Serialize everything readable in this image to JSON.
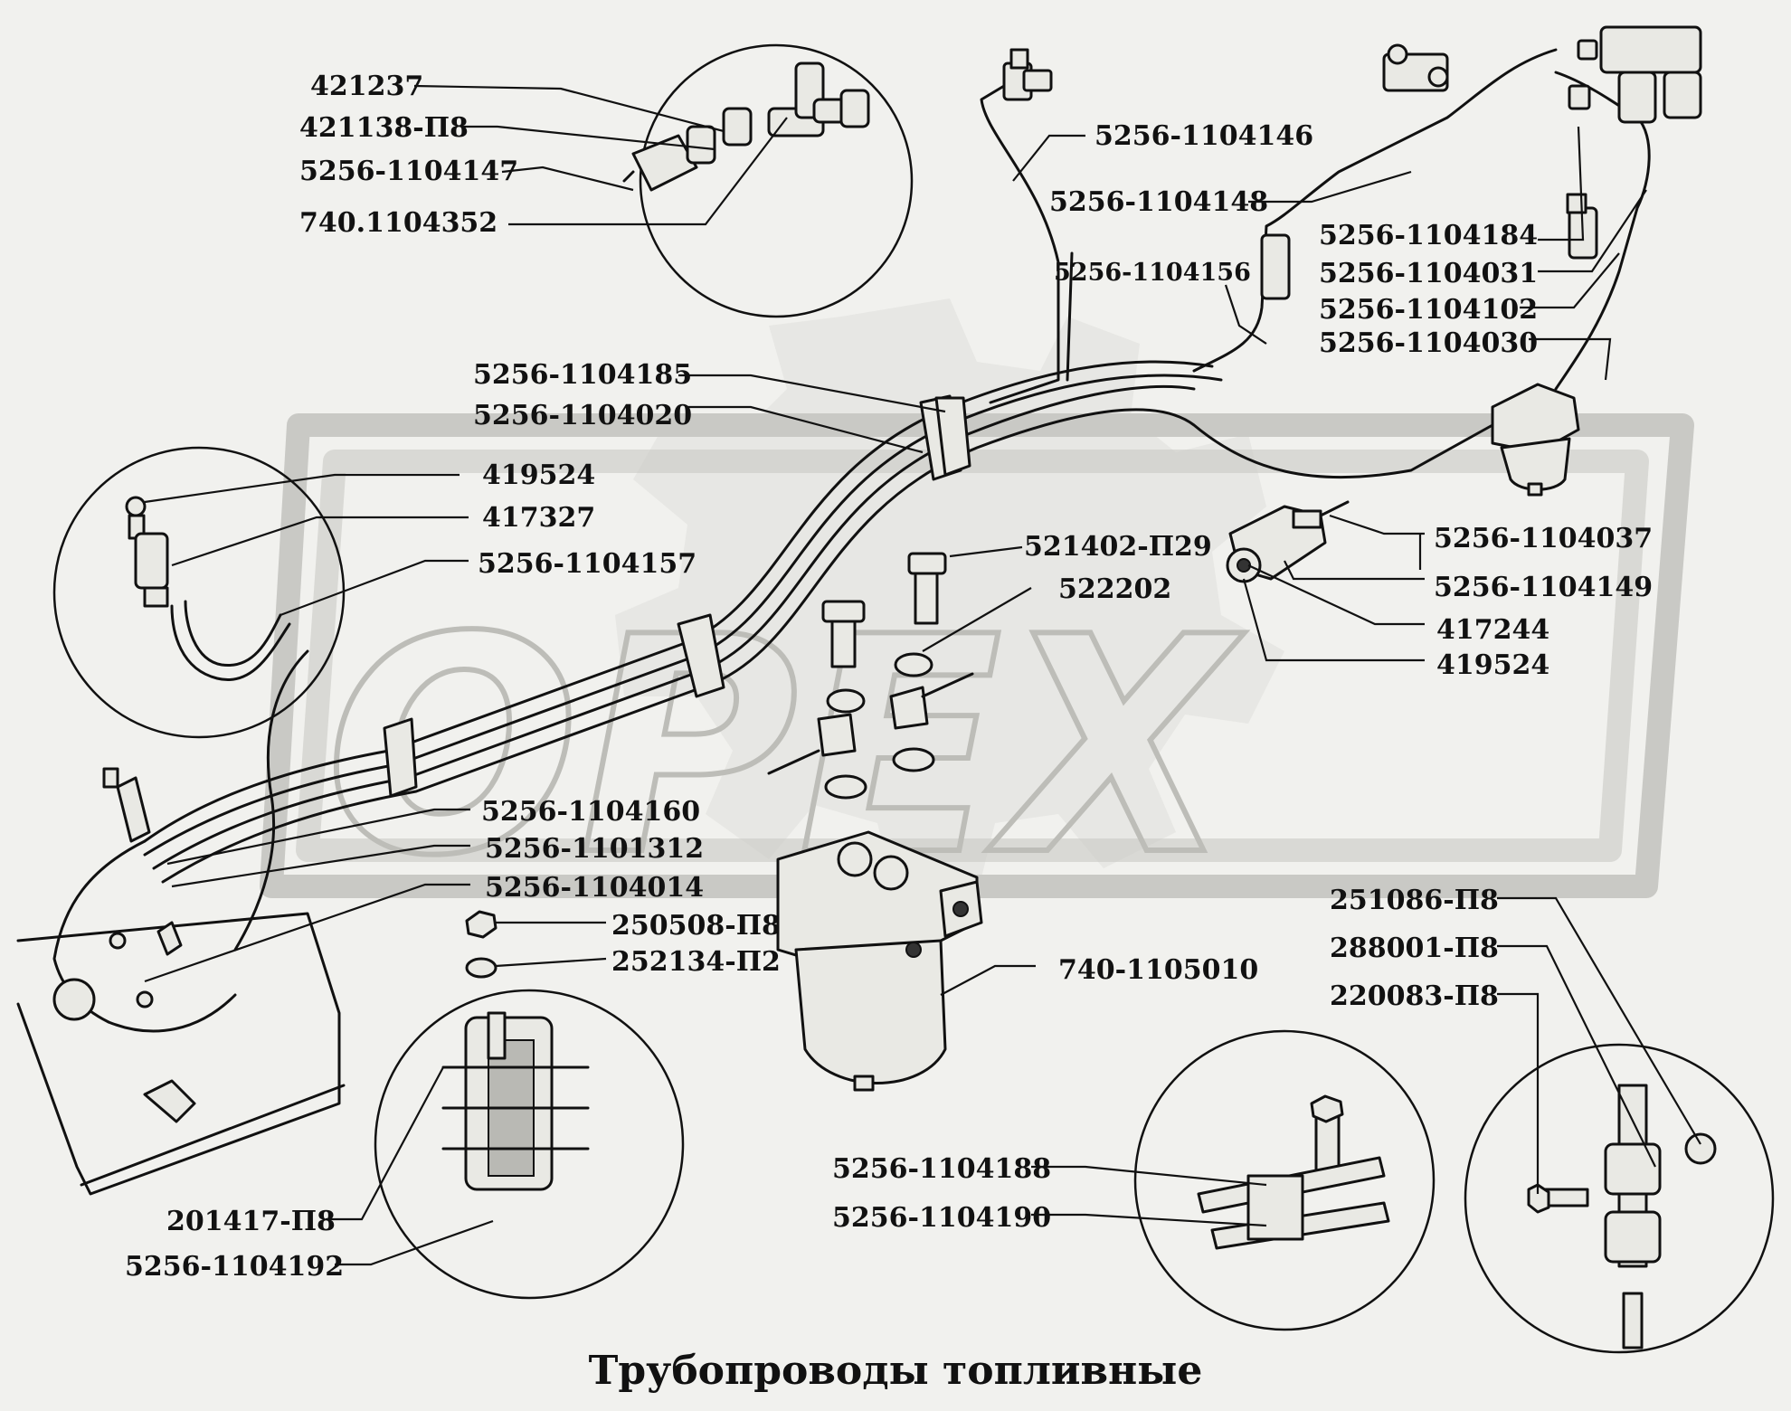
{
  "title": "Трубопроводы топливные",
  "watermark": "OPEX",
  "labels": {
    "l421237": "421237",
    "l421138": "421138-П8",
    "l1104147": "5256-1104147",
    "l740_1104352": "740.1104352",
    "l1104146": "5256-1104146",
    "l1104148": "5256-1104148",
    "l1104184": "5256-1104184",
    "l1104031": "5256-1104031",
    "l1104156": "5256-1104156",
    "l1104102": "5256-1104102",
    "l1104030": "5256-1104030",
    "l1104185": "5256-1104185",
    "l1104020": "5256-1104020",
    "l419524a": "419524",
    "l417327": "417327",
    "l1104157": "5256-1104157",
    "l521402": "521402-П29",
    "l522202": "522202",
    "l1104037": "5256-1104037",
    "l1104149": "5256-1104149",
    "l417244": "417244",
    "l419524b": "419524",
    "l1104160": "5256-1104160",
    "l1101312": "5256-1101312",
    "l1104014": "5256-1104014",
    "l250508": "250508-П8",
    "l252134": "252134-П2",
    "l740_1105010": "740-1105010",
    "l251086": "251086-П8",
    "l288001": "288001-П8",
    "l220083": "220083-П8",
    "l1104188": "5256-1104188",
    "l1104190": "5256-1104190",
    "l201417": "201417-П8",
    "l1104192": "5256-1104192"
  }
}
